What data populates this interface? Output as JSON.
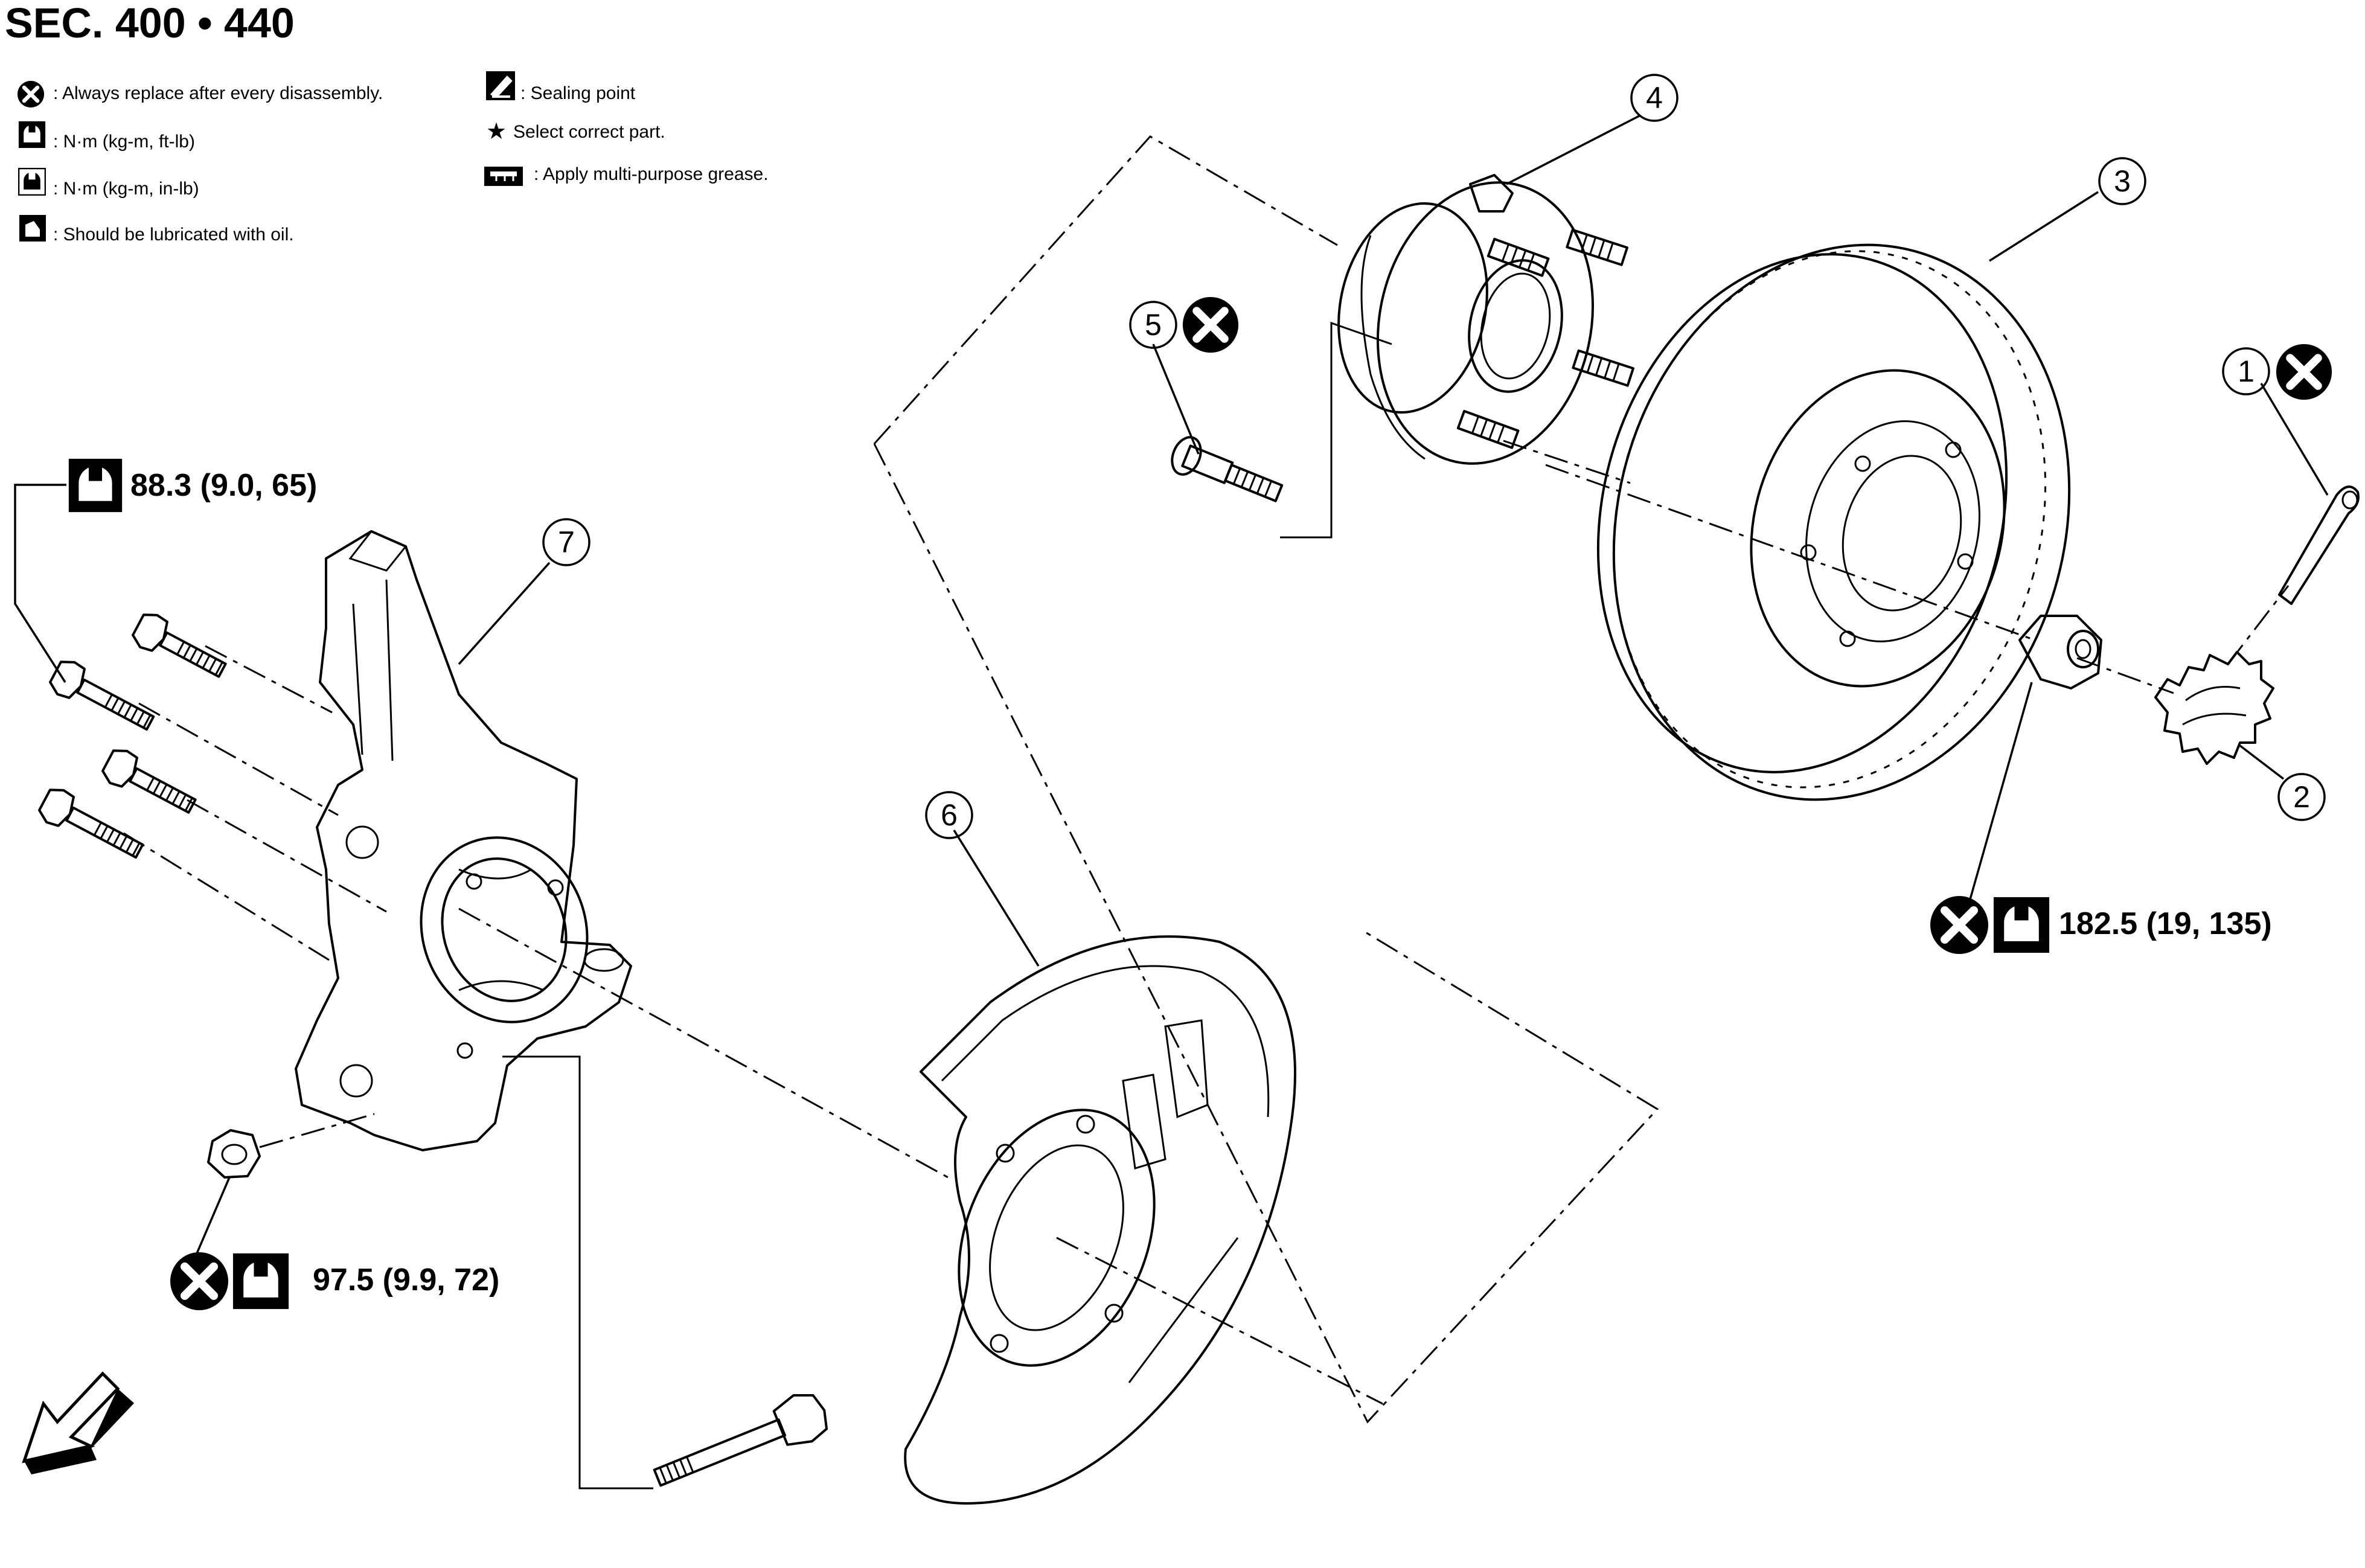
{
  "header": {
    "title": "SEC. 400 • 440"
  },
  "legend": [
    {
      "icon": "x-circle-icon",
      "text": ": Always replace after every disassembly."
    },
    {
      "icon": "torque-wrench-icon",
      "text": ": N·m (kg-m, ft-lb)"
    },
    {
      "icon": "torque-wrench-inlb-icon",
      "text": ": N·m (kg-m, in-lb)"
    },
    {
      "icon": "oil-can-icon",
      "text": ": Should be lubricated with oil."
    },
    {
      "icon": "sealant-icon",
      "text": ": Sealing point"
    },
    {
      "icon": "star-icon",
      "text": "Select correct part."
    },
    {
      "icon": "grease-icon",
      "text": ": Apply multi-purpose grease."
    }
  ],
  "callouts": [
    {
      "number": "1",
      "part": "cotter-pin"
    },
    {
      "number": "2",
      "part": "adjusting-cap"
    },
    {
      "number": "3",
      "part": "disc-rotor"
    },
    {
      "number": "4",
      "part": "wheel-hub-bearing"
    },
    {
      "number": "5",
      "part": "hub-bolt"
    },
    {
      "number": "6",
      "part": "splash-guard"
    },
    {
      "number": "7",
      "part": "steering-knuckle"
    }
  ],
  "torque_specs": [
    {
      "id": "knuckle-bolts",
      "value": "88.3 (9.0, 65)"
    },
    {
      "id": "knuckle-nut",
      "value": "97.5 (9.9, 72)"
    },
    {
      "id": "wheel-bearing-nut",
      "value": "182.5 (19, 135)"
    }
  ],
  "colors": {
    "ink": "#000000",
    "background": "#ffffff"
  }
}
